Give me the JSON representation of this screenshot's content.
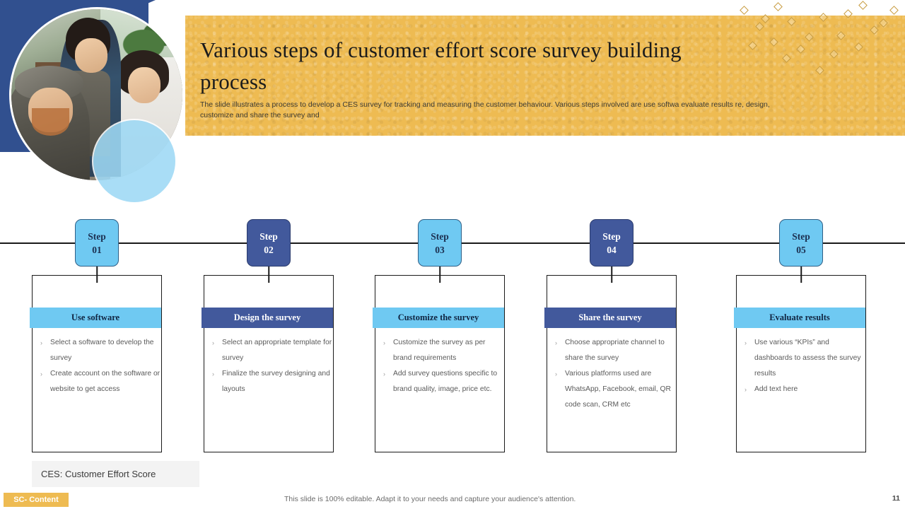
{
  "header": {
    "title": "Various steps of customer effort score survey building process",
    "subtitle": "The slide illustrates a process to develop a CES survey for tracking and measuring the customer behaviour. Various steps involved are use softwa evaluate results re, design, customize and share the survey and"
  },
  "colors": {
    "yellow": "#EEBB52",
    "navy": "#31508F",
    "light_blue": "#6FC9F2",
    "dark_blue": "#42599C",
    "overlay_blue": "#9ED9F5",
    "line": "#1a1a1a"
  },
  "steps": [
    {
      "badge_label": "Step",
      "badge_number": "01",
      "theme": "light",
      "title": "Use software",
      "bullets": [
        "Select a software to develop the survey",
        "Create account on the software or website to get access"
      ]
    },
    {
      "badge_label": "Step",
      "badge_number": "02",
      "theme": "dark",
      "title": "Design the survey",
      "bullets": [
        "Select an appropriate template for survey",
        "Finalize the survey designing and layouts"
      ]
    },
    {
      "badge_label": "Step",
      "badge_number": "03",
      "theme": "light",
      "title": "Customize  the survey",
      "bullets": [
        "Customize the survey  as per brand requirements",
        "Add survey questions specific to brand quality, image, price etc."
      ]
    },
    {
      "badge_label": "Step",
      "badge_number": "04",
      "theme": "dark",
      "title": "Share the survey",
      "bullets": [
        "Choose appropriate channel to share the survey",
        "Various platforms used are WhatsApp, Facebook, email, QR code scan, CRM etc"
      ]
    },
    {
      "badge_label": "Step",
      "badge_number": "05",
      "theme": "light",
      "title": "Evaluate results",
      "bullets": [
        "Use various “KPIs” and dashboards to assess the survey results",
        "Add text here"
      ]
    }
  ],
  "footer": {
    "legend": "CES: Customer Effort Score",
    "badge": "SC- Content",
    "note": "This slide is 100% editable. Adapt it to your needs and capture your audience's attention.",
    "page_number": "11"
  },
  "bullet_glyph": "›"
}
